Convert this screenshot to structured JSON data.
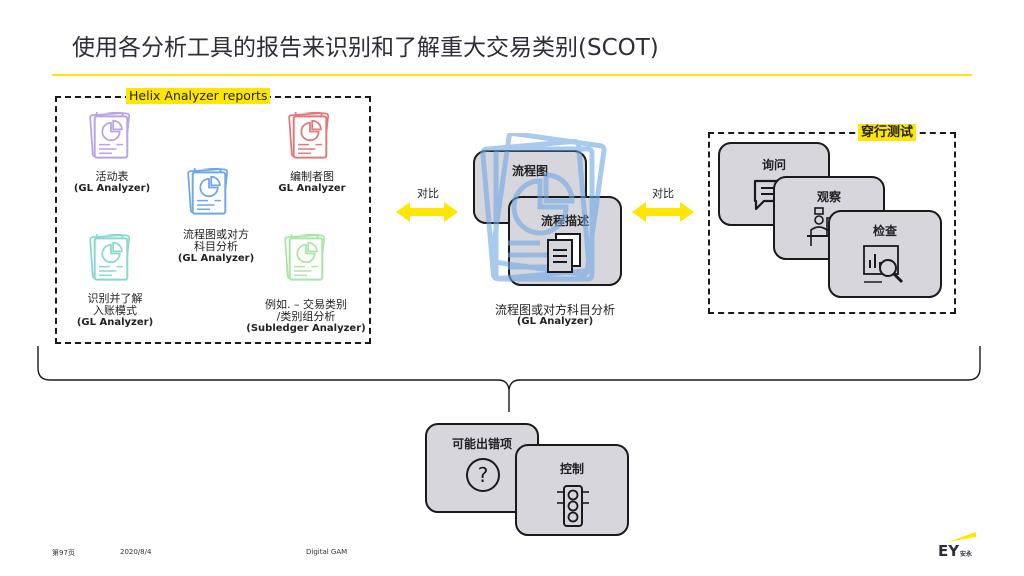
{
  "title": "使用各分析工具的报告来识别和了解重大交易类别(SCOT)",
  "helix_label": "Helix Analyzer reports",
  "reports": {
    "activity": {
      "caption": "活动表",
      "sub": "(GL Analyzer)"
    },
    "compile": {
      "caption": "编制者图",
      "sub": "GL Analyzer"
    },
    "flow_center": {
      "caption_1": "流程图或对方",
      "caption_2": "科目分析",
      "sub": "(GL Analyzer)"
    },
    "identify": {
      "caption_1": "识别并了解",
      "caption_2": "入账模式",
      "sub": "(GL Analyzer)"
    },
    "example": {
      "caption_1": "例如. – 交易类别",
      "caption_2": "/类别组分析",
      "sub": "(Subledger Analyzer)"
    }
  },
  "compare_label_left": "对比",
  "compare_label_right": "对比",
  "flow": {
    "card_back": "流程图",
    "card_front": "流程描述",
    "caption": "流程图或对方科目分析",
    "sub": "(GL Analyzer)"
  },
  "walkthrough": {
    "label": "穿行测试",
    "inquiry": "询问",
    "observe": "观察",
    "inspect": "检查"
  },
  "bottom": {
    "misstatement": "可能出错项",
    "control": "控制"
  },
  "footer": {
    "page": "第97页",
    "date": "2020/8/4",
    "doc": "Digital GAM",
    "logo_text": "EY",
    "logo_cn": "安永"
  },
  "colors": {
    "accent_yellow": "#ffe600",
    "card_gray": "#d6d6dc",
    "activity_purple": "#b9a3e3",
    "compile_red": "#e07a7a",
    "flow_blue": "#6fa7e6",
    "identify_teal": "#8ad8cc",
    "example_green": "#a8e6a3"
  }
}
